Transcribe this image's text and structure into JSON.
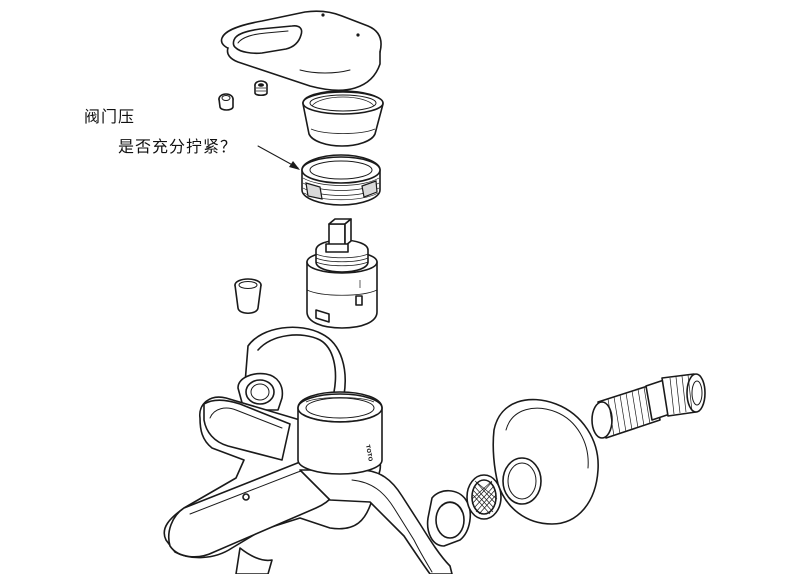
{
  "annotation": {
    "line1": "阀门压",
    "line2": "是否充分拧紧？"
  },
  "body_brand": "TOTO",
  "colors": {
    "ink": "#1a1a1a",
    "paper": "#ffffff"
  }
}
